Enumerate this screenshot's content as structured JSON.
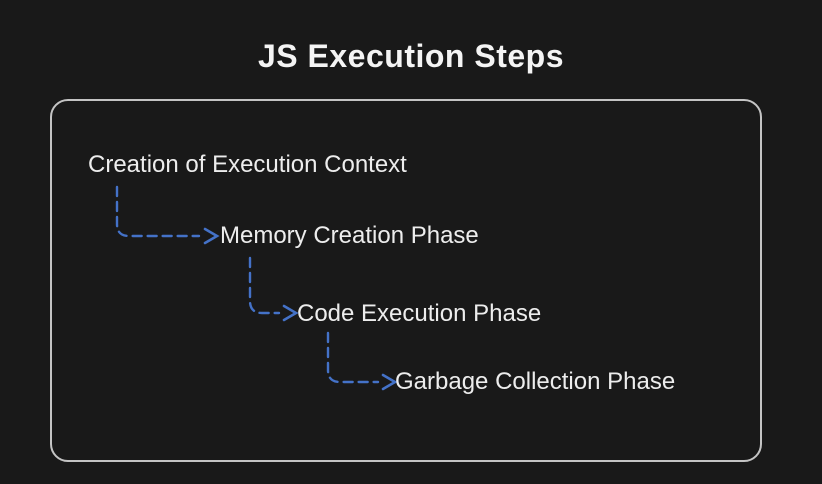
{
  "title": "JS Execution Steps",
  "steps": [
    {
      "label": "Creation of Execution Context"
    },
    {
      "label": "Memory Creation Phase"
    },
    {
      "label": "Code Execution Phase"
    },
    {
      "label": "Garbage Collection Phase"
    }
  ],
  "connections": [
    {
      "from": "Creation of Execution Context",
      "to": "Memory Creation Phase",
      "style": "dashed-elbow-arrow"
    },
    {
      "from": "Memory Creation Phase",
      "to": "Code Execution Phase",
      "style": "dashed-elbow-arrow"
    },
    {
      "from": "Code Execution Phase",
      "to": "Garbage Collection Phase",
      "style": "dashed-elbow-arrow"
    }
  ],
  "colors": {
    "background": "#191919",
    "frame_border": "#c4c4c4",
    "text": "#ededed",
    "title_text": "#f4f4f4",
    "arrow": "#4472c8"
  }
}
